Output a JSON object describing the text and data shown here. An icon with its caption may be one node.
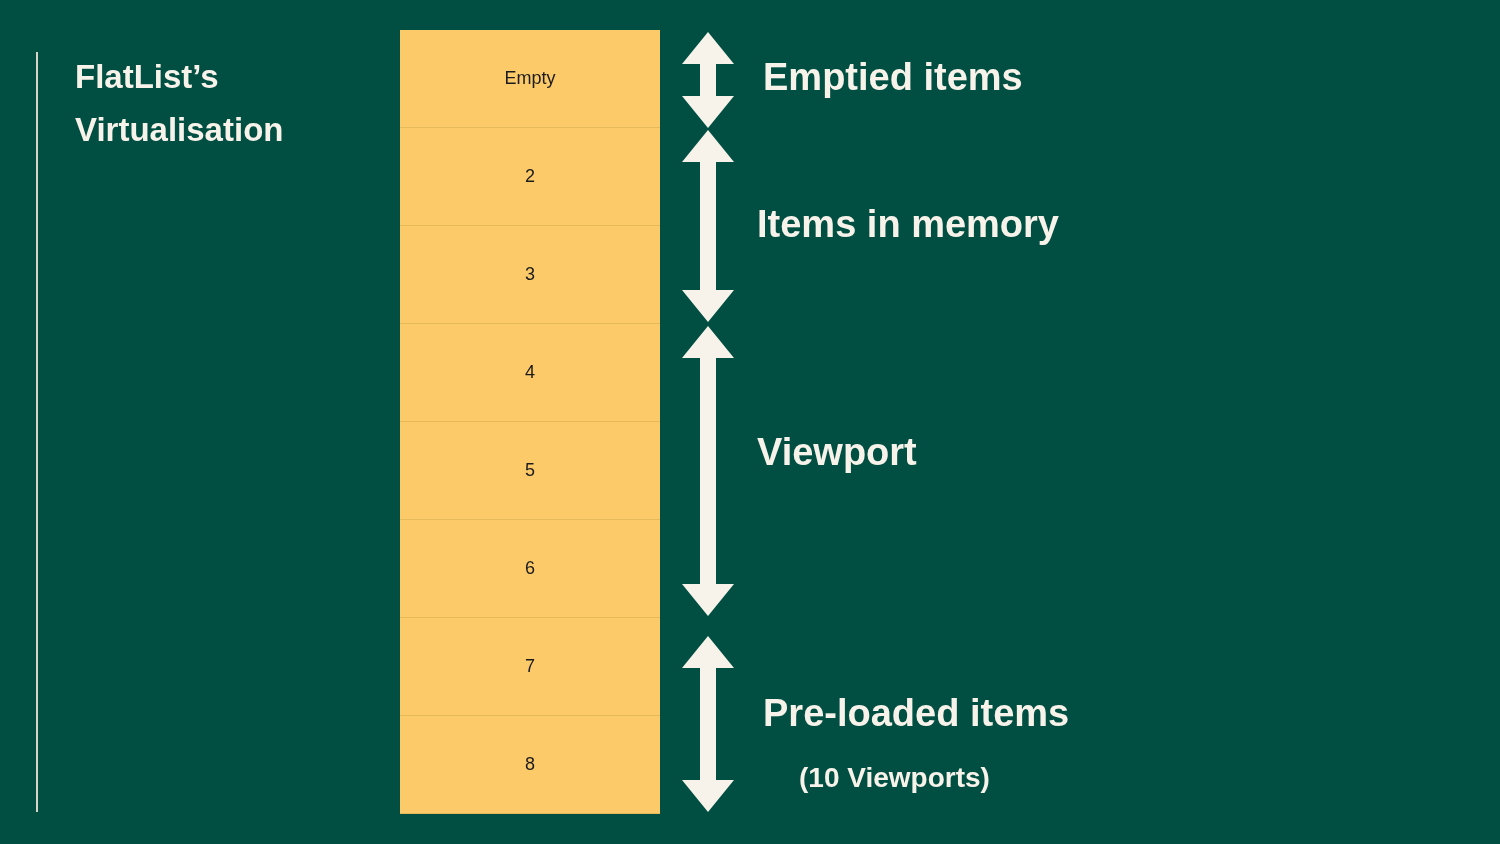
{
  "diagram": {
    "title": "FlatList’s Virtualisation",
    "nodes": [
      {
        "text": [
          "Empty"
        ]
      },
      {
        "text": [
          "2"
        ]
      },
      {
        "text": [
          "3"
        ]
      },
      {
        "text": [
          "4"
        ]
      },
      {
        "text": [
          "5"
        ]
      },
      {
        "text": [
          "6"
        ]
      },
      {
        "text": [
          "7"
        ]
      },
      {
        "text": [
          "8"
        ]
      }
    ],
    "labels": [
      "Emptied items",
      "Items in memory",
      "Viewport",
      "Pre-loaded items",
      "(10 Viewports)"
    ]
  }
}
